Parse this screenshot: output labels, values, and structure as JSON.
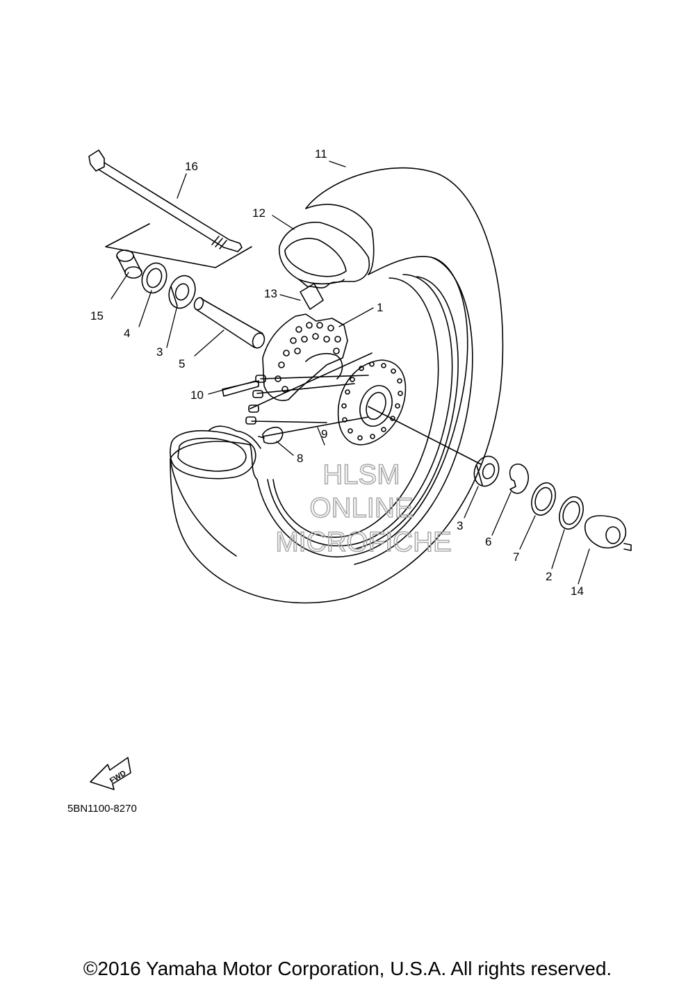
{
  "callouts": [
    {
      "id": "1",
      "text": "1"
    },
    {
      "id": "2",
      "text": "2"
    },
    {
      "id": "3a",
      "text": "3"
    },
    {
      "id": "3b",
      "text": "3"
    },
    {
      "id": "4",
      "text": "4"
    },
    {
      "id": "5",
      "text": "5"
    },
    {
      "id": "6",
      "text": "6"
    },
    {
      "id": "7",
      "text": "7"
    },
    {
      "id": "8",
      "text": "8"
    },
    {
      "id": "9",
      "text": "9"
    },
    {
      "id": "10",
      "text": "10"
    },
    {
      "id": "11",
      "text": "11"
    },
    {
      "id": "12",
      "text": "12"
    },
    {
      "id": "13",
      "text": "13"
    },
    {
      "id": "14",
      "text": "14"
    },
    {
      "id": "15",
      "text": "15"
    },
    {
      "id": "16",
      "text": "16"
    }
  ],
  "watermark": {
    "line1": "HLSM",
    "line2": "ONLINE",
    "line3": "MICROFICHE"
  },
  "fwd_arrow": {
    "text": "FWD"
  },
  "diagram_code": "5BN1100-8270",
  "copyright": "©2016 Yamaha Motor Corporation, U.S.A. All rights reserved."
}
